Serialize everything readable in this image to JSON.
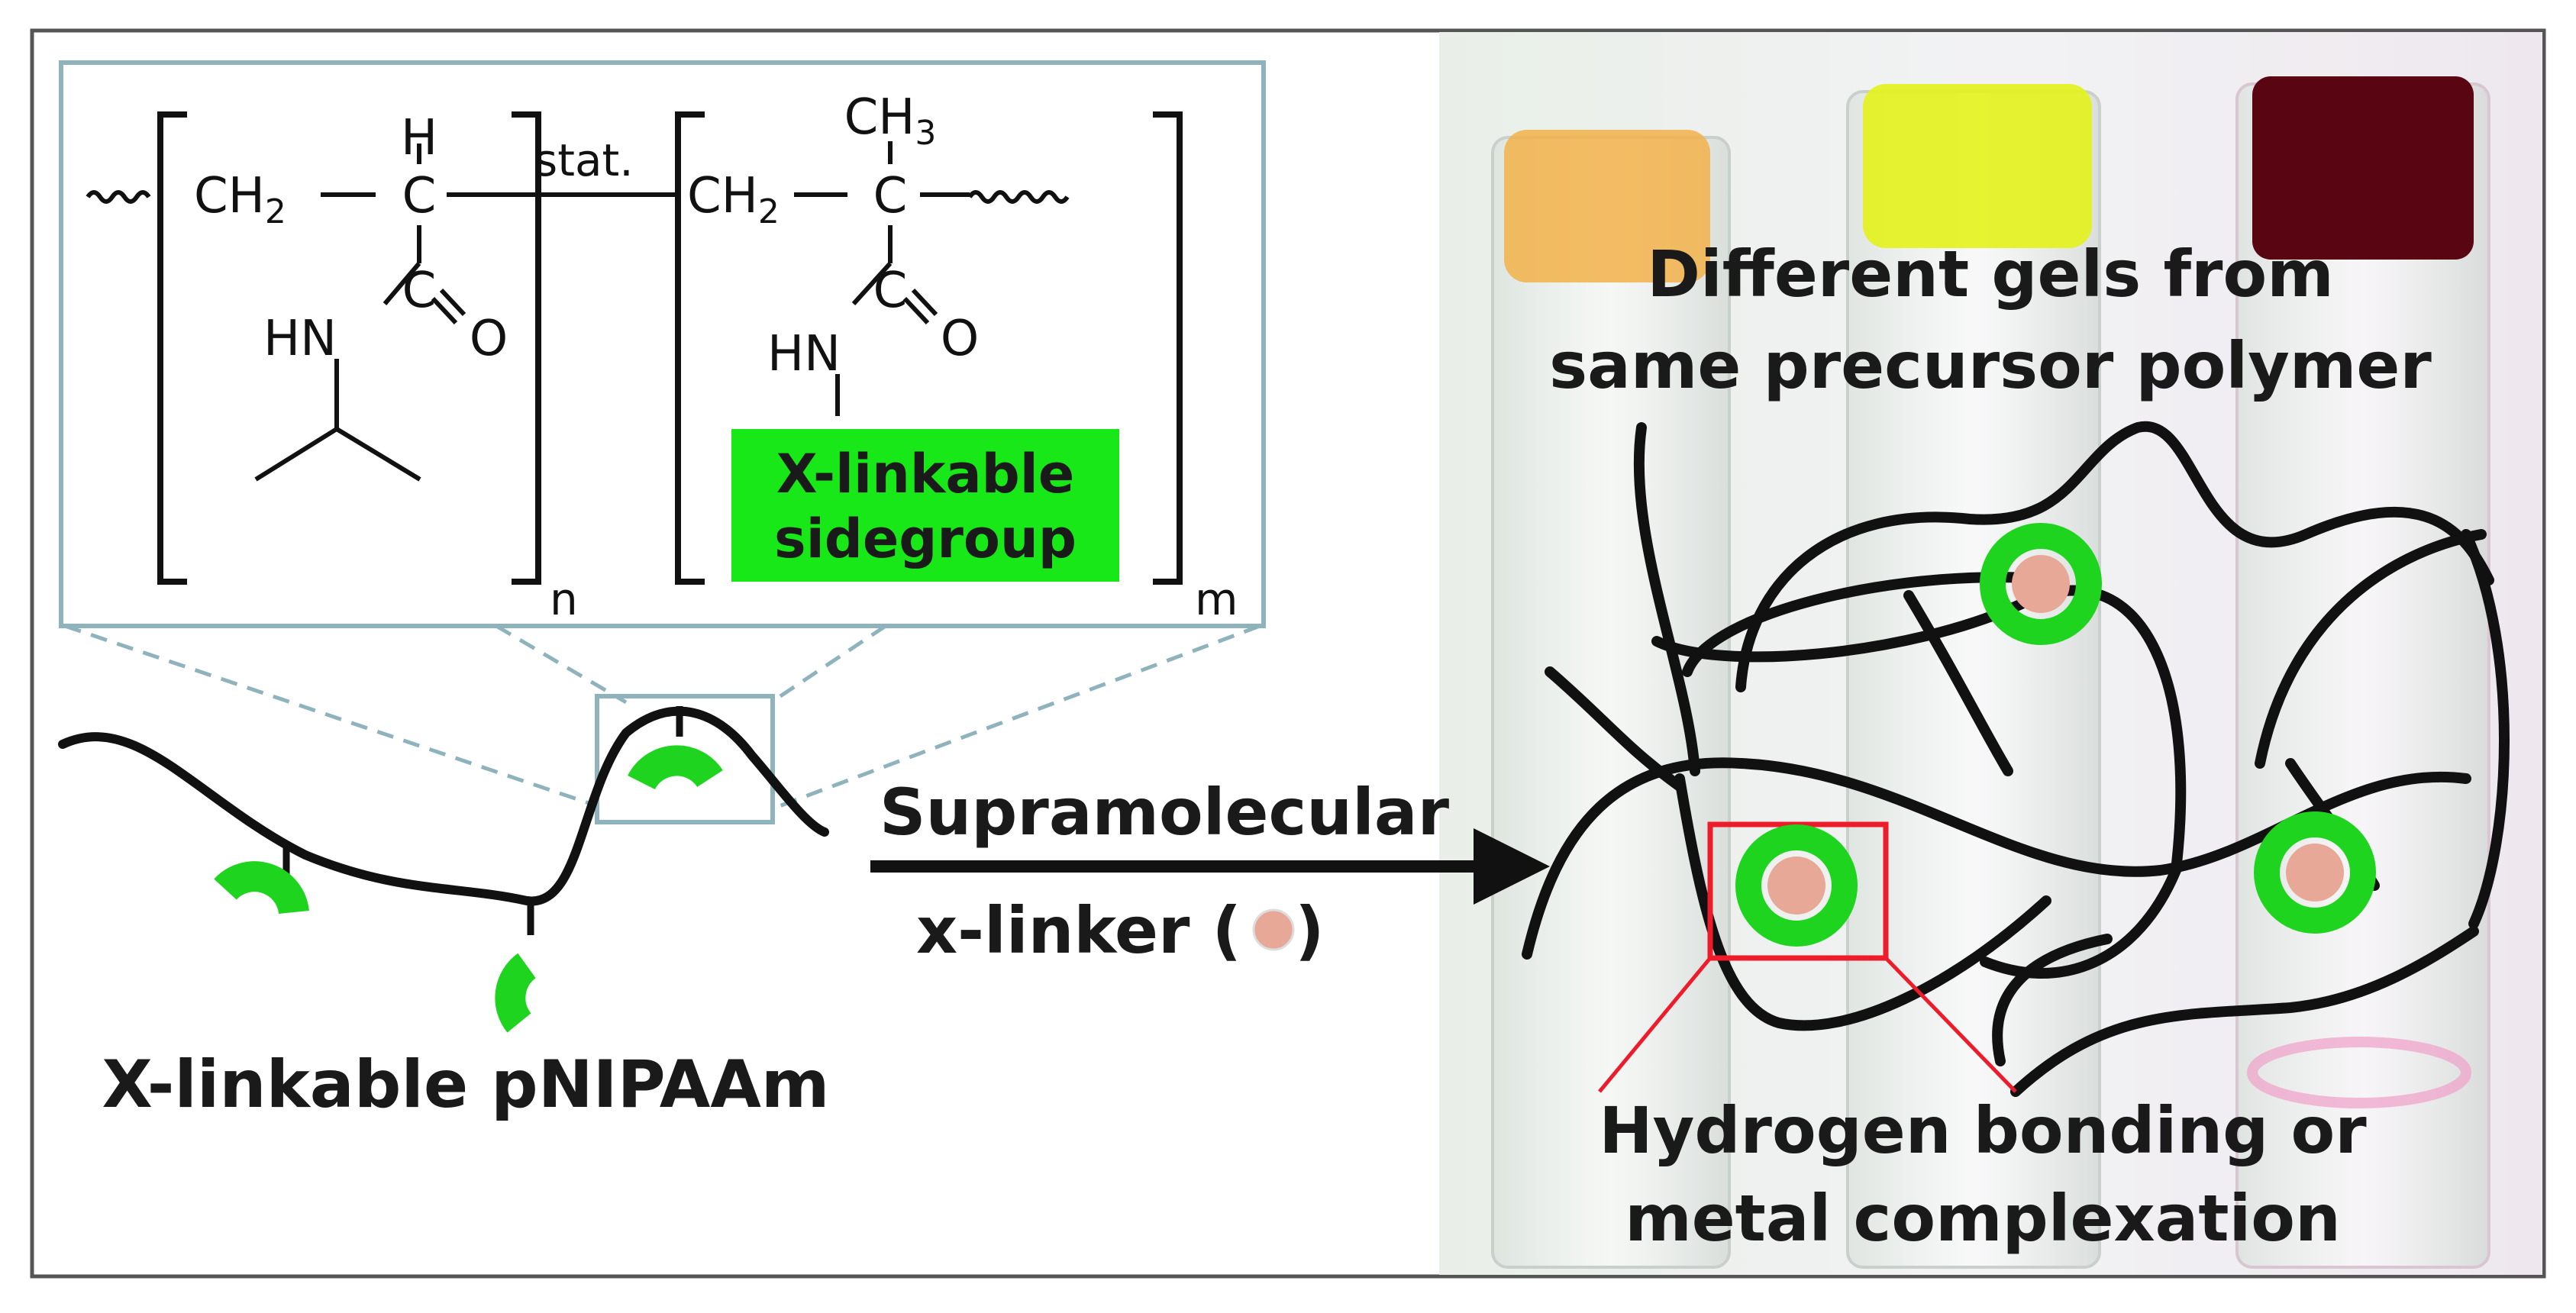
{
  "structure": {
    "h_label": "H",
    "ch3_label": "CH",
    "ch3_sub": "3",
    "ch2_label": "CH",
    "ch2_sub": "2",
    "c_label": "C",
    "hn_label": "HN",
    "o_label": "O",
    "stat_label": "stat.",
    "n_label": "n",
    "m_label": "m",
    "sidegroup_line1": "X-linkable",
    "sidegroup_line2": "sidegroup",
    "sidegroup_color": "#18e818"
  },
  "left_caption": "X-linkable pNIPAAm",
  "arrow_label_line1": "Supramolecular",
  "arrow_label_line2": "x-linker (",
  "arrow_label_close": ")",
  "photo": {
    "caption_line1": "Different gels from",
    "caption_line2": "same precursor polymer",
    "bottom_line1": "Hydrogen bonding or",
    "bottom_line2": "metal complexation",
    "vial_colors": [
      "#f2b24a",
      "#e3f21b",
      "#5a0612"
    ]
  },
  "colors": {
    "binder_green": "#1ed41e",
    "crosslinker_pink": "#e8a898",
    "highlight_red": "#ee1c2a",
    "zoom_line": "#8fb3bc"
  }
}
